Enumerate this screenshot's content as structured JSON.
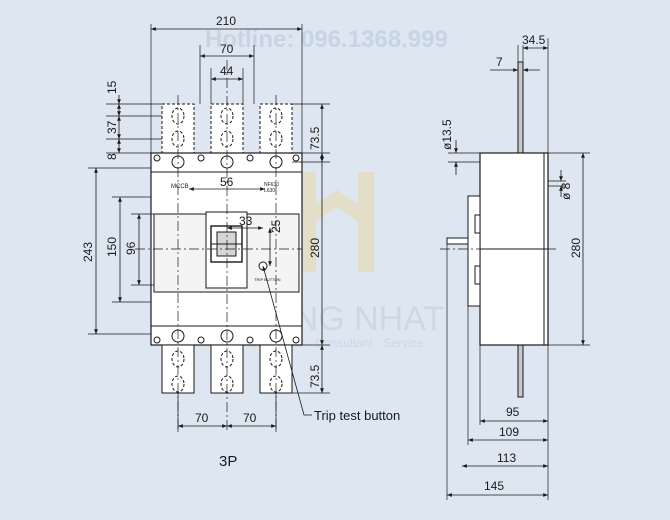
{
  "watermark": {
    "hotline": "Hotline: 096.1368.999",
    "brand": "HOANG NHAT",
    "tagline": "Sales - Contractor - Consultant - Service"
  },
  "front_view": {
    "breaker_label": "MCCB",
    "rating_small": "NF630",
    "rating_small2": "L630",
    "trip_small": "TRIP BUTTON",
    "dims": {
      "d210": "210",
      "d70_top": "70",
      "d44": "44",
      "d15": "15",
      "d37": "37",
      "d8": "8",
      "d73_5_top": "73.5",
      "d56": "56",
      "d33": "33",
      "d25": "25",
      "d243": "243",
      "d150": "150",
      "d96": "96",
      "d280": "280",
      "d73_5_bot": "73.5",
      "d70_bl": "70",
      "d70_br": "70"
    },
    "callout": "Trip test button",
    "pole_label": "3P"
  },
  "side_view": {
    "dims": {
      "d34_5": "34.5",
      "d7": "7",
      "d13_5": "ø13.5",
      "d8": "ø 8",
      "d280": "280",
      "d95": "95",
      "d109": "109",
      "d113": "113",
      "d145": "145"
    }
  }
}
